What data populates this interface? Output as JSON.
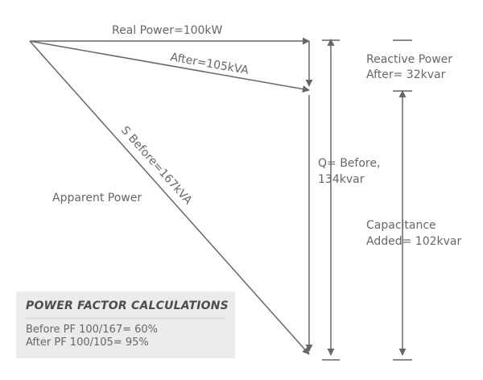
{
  "labels": {
    "real_power": "Real Power=100kW",
    "after_apparent": "After=105kVA",
    "s_before": "S Before=167kVA",
    "apparent_power": "Apparent Power",
    "q_before_line1": "Q= Before,",
    "q_before_line2": "134kvar",
    "reactive_after_line1": "Reactive Power",
    "reactive_after_line2": "After= 32kvar",
    "capacitance_line1": "Capacitance",
    "capacitance_line2": "Added= 102kvar"
  },
  "calculations": {
    "title": "POWER FACTOR CALCULATIONS",
    "before": "Before PF 100/167= 60%",
    "after": "After PF 100/105= 95%"
  },
  "colors": {
    "line": "#666666",
    "text": "#666666",
    "box_background": "#ebebeb",
    "box_title": "#4d4d4d"
  }
}
